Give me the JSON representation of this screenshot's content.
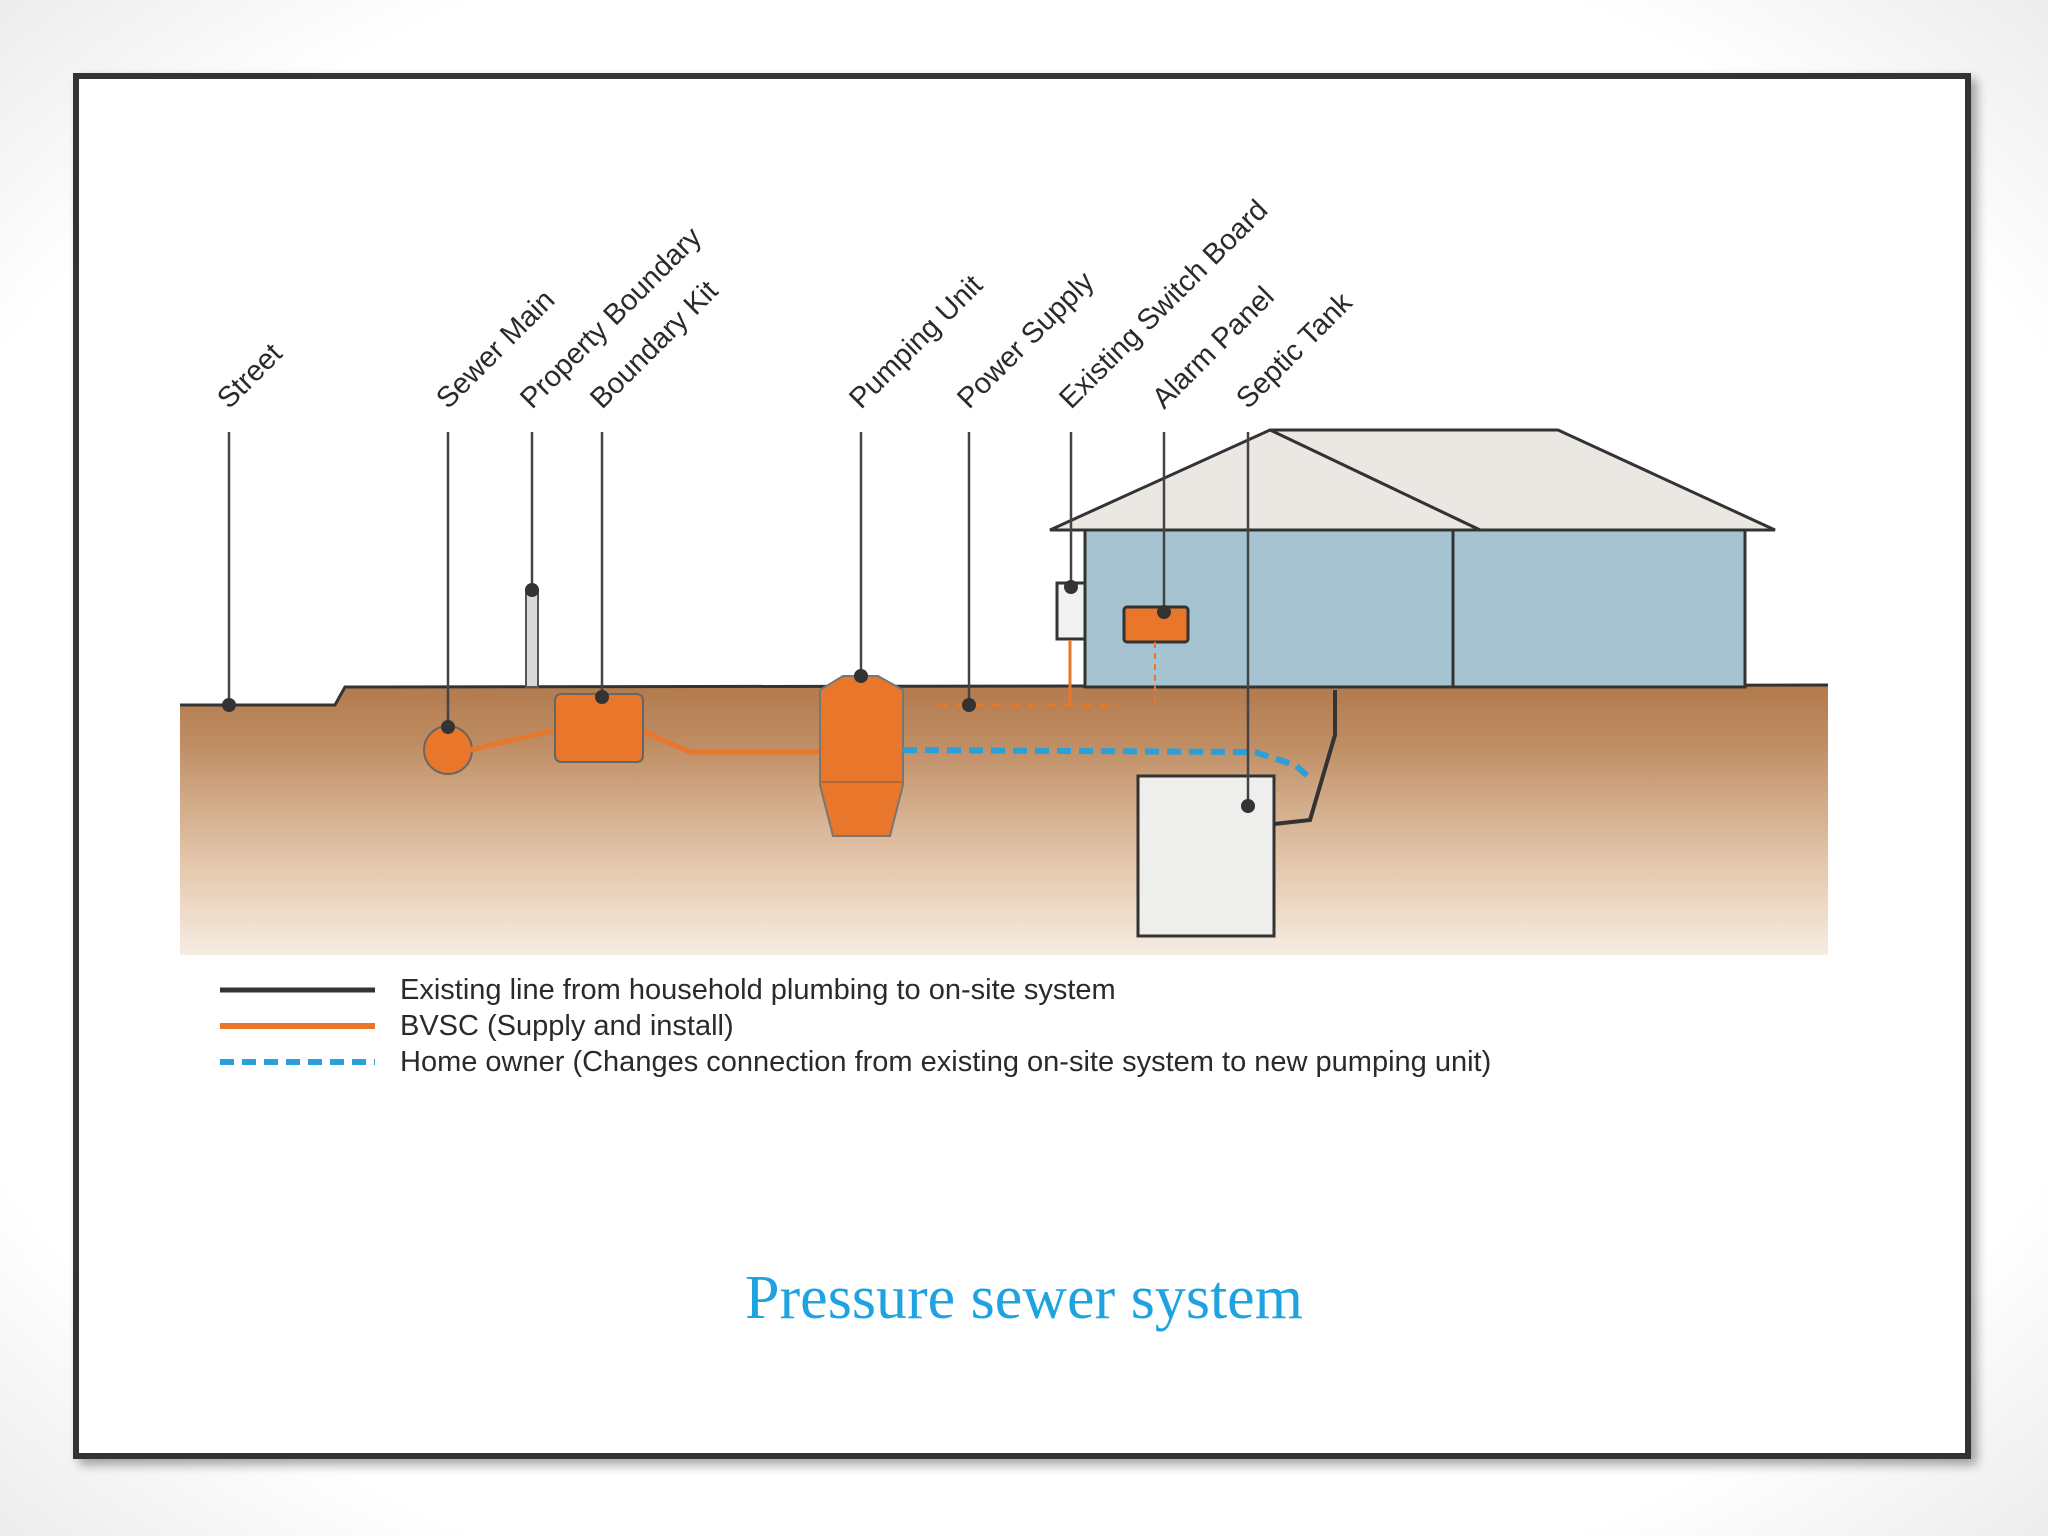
{
  "labels": {
    "street": "Street",
    "sewer_main": "Sewer Main",
    "property_boundary": "Property Boundary",
    "boundary_kit": "Boundary Kit",
    "pumping_unit": "Pumping Unit",
    "power_supply": "Power Supply",
    "existing_switch_board": "Existing Switch Board",
    "alarm_panel": "Alarm Panel",
    "septic_tank": "Septic Tank"
  },
  "legend": {
    "existing": "Existing line from household plumbing to on-site system",
    "bvsc": "BVSC (Supply and install)",
    "home_owner": "Home owner (Changes connection from existing on-site system to new pumping unit)"
  },
  "caption": "Pressure sewer system",
  "colors": {
    "existing_line": "#333333",
    "bvsc_line": "#e8762b",
    "home_owner_line": "#2a9fd8",
    "house_wall": "#a5c3d1",
    "caption": "#1fa3e0"
  }
}
